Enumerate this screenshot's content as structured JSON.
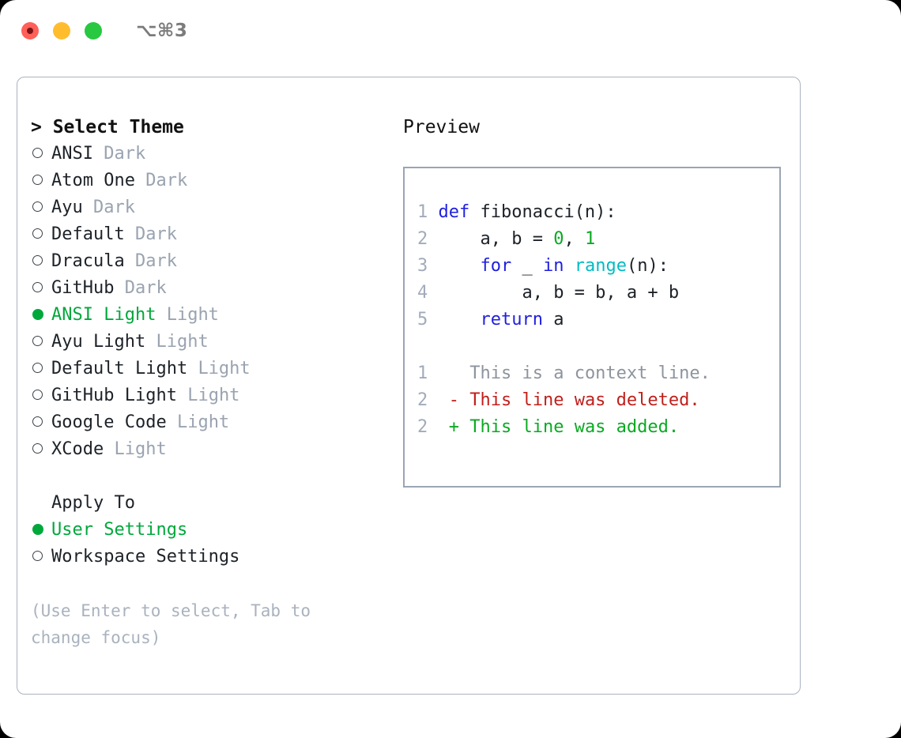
{
  "titlebar": {
    "shortcut": "⌥⌘3",
    "buttons": {
      "close": "close",
      "minimize": "minimize",
      "maximize": "maximize"
    }
  },
  "theme_panel": {
    "header": "> Select Theme",
    "options": [
      {
        "marker": "○",
        "name": "ANSI",
        "tag": "Dark",
        "selected": false
      },
      {
        "marker": "○",
        "name": "Atom One",
        "tag": "Dark",
        "selected": false
      },
      {
        "marker": "○",
        "name": "Ayu",
        "tag": "Dark",
        "selected": false
      },
      {
        "marker": "○",
        "name": "Default",
        "tag": "Dark",
        "selected": false
      },
      {
        "marker": "○",
        "name": "Dracula",
        "tag": "Dark",
        "selected": false
      },
      {
        "marker": "○",
        "name": "GitHub",
        "tag": "Dark",
        "selected": false
      },
      {
        "marker": "●",
        "name": "ANSI Light",
        "tag": "Light",
        "selected": true
      },
      {
        "marker": "○",
        "name": "Ayu Light",
        "tag": "Light",
        "selected": false
      },
      {
        "marker": "○",
        "name": "Default Light",
        "tag": "Light",
        "selected": false
      },
      {
        "marker": "○",
        "name": "GitHub Light",
        "tag": "Light",
        "selected": false
      },
      {
        "marker": "○",
        "name": "Google Code",
        "tag": "Light",
        "selected": false
      },
      {
        "marker": "○",
        "name": "XCode",
        "tag": "Light",
        "selected": false
      }
    ]
  },
  "apply_to": {
    "header": "Apply To",
    "options": [
      {
        "marker": "●",
        "name": "User Settings",
        "selected": true
      },
      {
        "marker": "○",
        "name": "Workspace Settings",
        "selected": false
      }
    ]
  },
  "hint": "(Use Enter to select, Tab to change focus)",
  "preview": {
    "title": "Preview",
    "code": [
      {
        "no": "1",
        "tokens": [
          {
            "t": "def ",
            "c": "kw"
          },
          {
            "t": "fibonacci(n):",
            "c": "plain"
          }
        ]
      },
      {
        "no": "2",
        "tokens": [
          {
            "t": "    a, b = ",
            "c": "plain"
          },
          {
            "t": "0",
            "c": "num"
          },
          {
            "t": ", ",
            "c": "plain"
          },
          {
            "t": "1",
            "c": "num"
          }
        ]
      },
      {
        "no": "3",
        "tokens": [
          {
            "t": "    ",
            "c": "plain"
          },
          {
            "t": "for",
            "c": "kw"
          },
          {
            "t": " _ ",
            "c": "plain"
          },
          {
            "t": "in",
            "c": "kw"
          },
          {
            "t": " ",
            "c": "plain"
          },
          {
            "t": "range",
            "c": "fn"
          },
          {
            "t": "(n):",
            "c": "plain"
          }
        ]
      },
      {
        "no": "4",
        "tokens": [
          {
            "t": "        a, b = b, a + b",
            "c": "plain"
          }
        ]
      },
      {
        "no": "5",
        "tokens": [
          {
            "t": "    ",
            "c": "plain"
          },
          {
            "t": "return",
            "c": "kw"
          },
          {
            "t": " a",
            "c": "plain"
          }
        ]
      }
    ],
    "diff": [
      {
        "no": "1",
        "sign": " ",
        "text": " This is a context line.",
        "kind": "ctx"
      },
      {
        "no": "2",
        "sign": "-",
        "text": " This line was deleted.",
        "kind": "del"
      },
      {
        "no": "2",
        "sign": "+",
        "text": " This line was added.",
        "kind": "add"
      }
    ]
  },
  "colors": {
    "accent_green": "#00a83c",
    "keyword_blue": "#1f1fe0",
    "function_cyan": "#00bcc4",
    "number_green": "#0aaa22",
    "diff_deleted": "#c0201c",
    "diff_added": "#0aaa22",
    "muted": "#9aa3b0",
    "border": "#aab3c0",
    "preview_border": "#9aa5b4"
  }
}
